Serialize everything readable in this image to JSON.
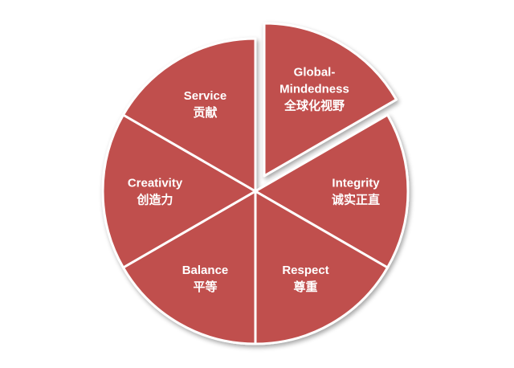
{
  "diagram": {
    "fill_color": "#c0504d",
    "stroke_color": "#ffffff",
    "segments": [
      {
        "id": "global-mindedness",
        "label_lines": [
          "Global-",
          "Mindedness",
          "全球化视野"
        ],
        "exploded": true
      },
      {
        "id": "integrity",
        "label_lines": [
          "Integrity",
          "诚实正直"
        ],
        "exploded": false
      },
      {
        "id": "respect",
        "label_lines": [
          "Respect",
          "尊重"
        ],
        "exploded": false
      },
      {
        "id": "balance",
        "label_lines": [
          "Balance",
          "平等"
        ],
        "exploded": false
      },
      {
        "id": "creativity",
        "label_lines": [
          "Creativity",
          "创造力"
        ],
        "exploded": false
      },
      {
        "id": "service",
        "label_lines": [
          "Service",
          "贡献"
        ],
        "exploded": false
      }
    ]
  }
}
